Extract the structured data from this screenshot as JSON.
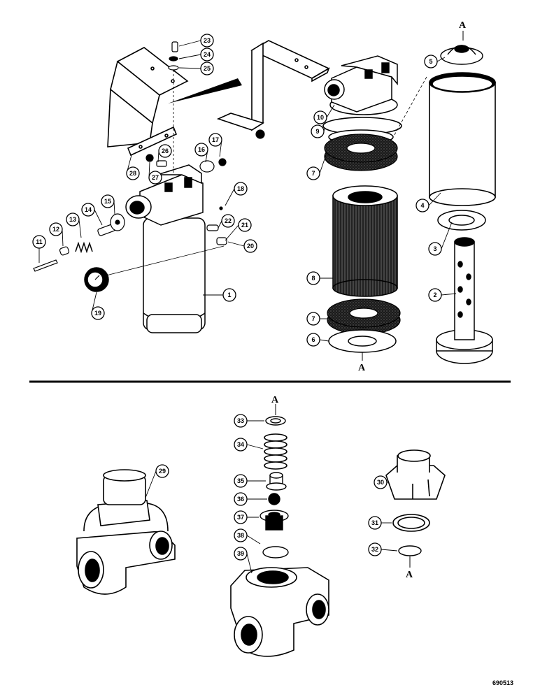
{
  "diagram": {
    "figure_id": "690513",
    "section_label": "A",
    "callouts": [
      "1",
      "2",
      "3",
      "4",
      "5",
      "6",
      "7",
      "8",
      "9",
      "10",
      "11",
      "12",
      "13",
      "14",
      "15",
      "16",
      "17",
      "18",
      "19",
      "20",
      "21",
      "22",
      "23",
      "24",
      "25",
      "26",
      "27",
      "28",
      "29",
      "30",
      "31",
      "32",
      "33",
      "34",
      "35",
      "36",
      "37",
      "38",
      "39"
    ]
  }
}
